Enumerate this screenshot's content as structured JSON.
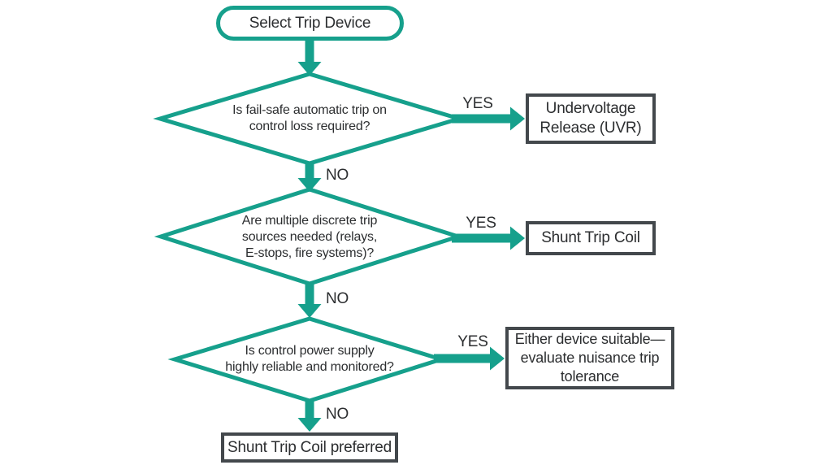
{
  "palette": {
    "accent_teal": "#16a08c",
    "box_border_gray": "#43484c",
    "text_color": "#2c2e30",
    "background": "#ffffff"
  },
  "flowchart": {
    "start": {
      "label": "Select Trip Device"
    },
    "decisions": [
      {
        "question": "Is fail-safe automatic trip on\ncontrol loss required?",
        "yes_label": "YES",
        "no_label": "NO",
        "yes_result": "Undervoltage\nRelease (UVR)"
      },
      {
        "question": "Are multiple discrete trip\nsources needed (relays,\nE-stops, fire systems)?",
        "yes_label": "YES",
        "no_label": "NO",
        "yes_result": "Shunt Trip Coil"
      },
      {
        "question": "Is control power supply\nhighly reliable and monitored?",
        "yes_label": "YES",
        "no_label": "NO",
        "yes_result": "Either device suitable—\nevaluate nuisance trip\ntolerance"
      }
    ],
    "final": {
      "label": "Shunt Trip Coil preferred"
    }
  }
}
